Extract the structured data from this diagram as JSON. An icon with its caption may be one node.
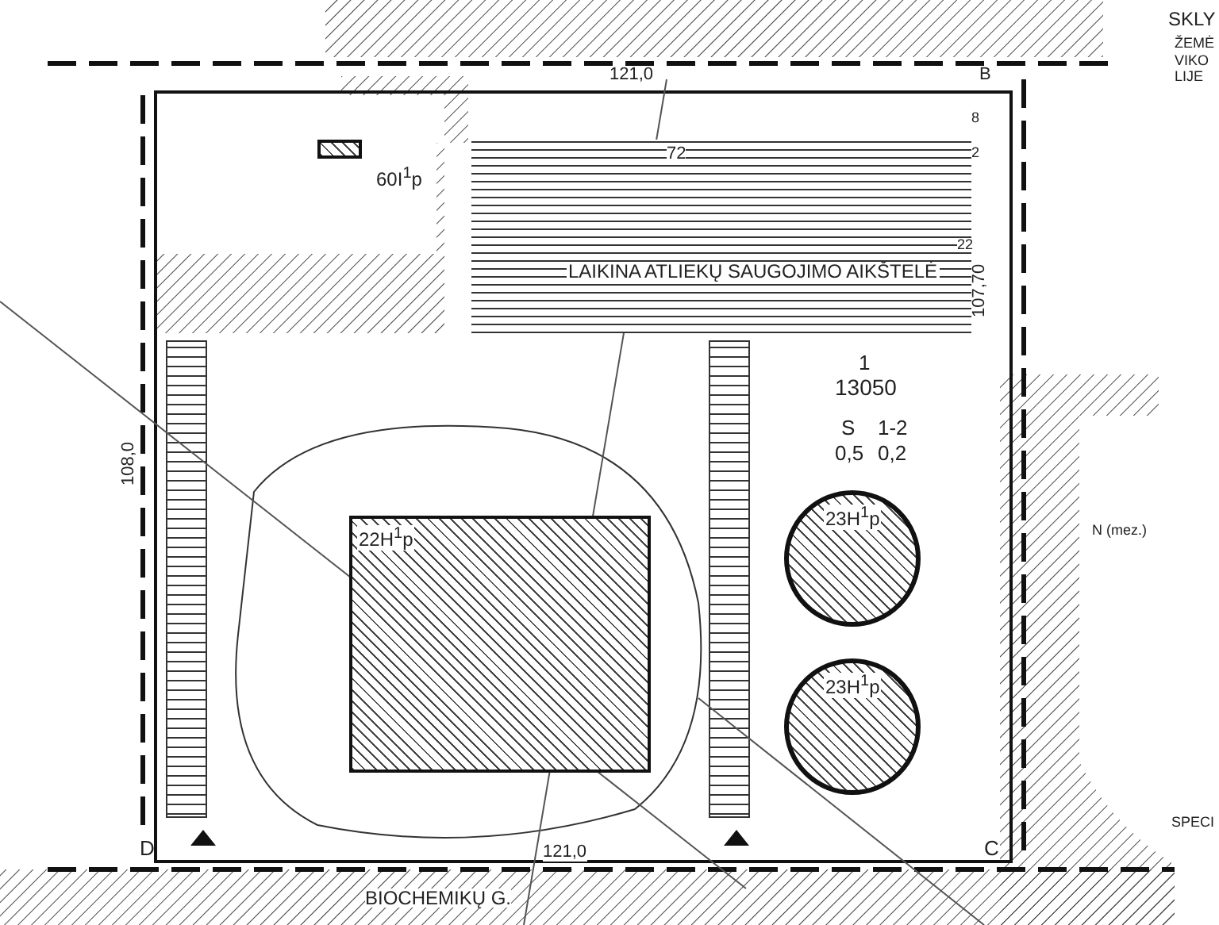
{
  "diagram": {
    "nodes": [
      {
        "text": [
          "LAIKINA ATLIEKŲ SAUGOJIMO AIKŠTELĖ"
        ]
      },
      {
        "text": [
          "60I$^{1}$p"
        ]
      },
      {
        "text": [
          "22H$^{1}$p"
        ]
      },
      {
        "text": [
          "23H$^{1}$p"
        ]
      },
      {
        "text": [
          "23H$^{1}$p"
        ]
      }
    ],
    "labels": [
      "SKLY",
      "ŽEMĖ",
      "VIKO",
      "LIJE",
      "121,0",
      "B",
      "8",
      "72",
      "2",
      "22",
      "107,70",
      "1",
      "13050",
      "S",
      "1-2",
      "0,5",
      "0,2",
      "108,0",
      "N (mez.)",
      "D",
      "121,0",
      "C",
      "SPECI",
      "BIOCHEMIKŲ G."
    ]
  }
}
